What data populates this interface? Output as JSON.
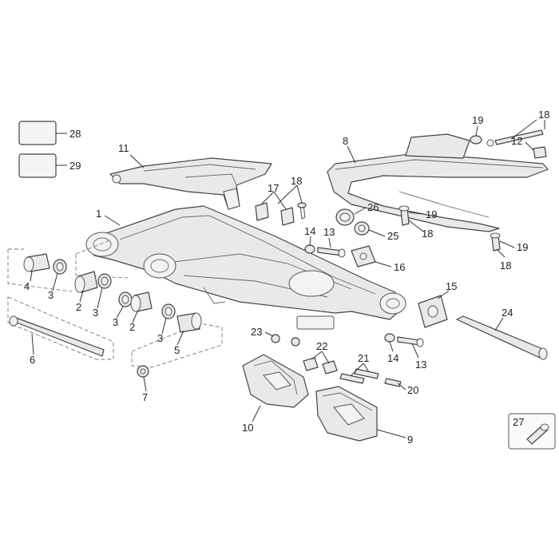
{
  "diagram": {
    "callouts": {
      "c1": "1",
      "c2a": "2",
      "c2b": "2",
      "c3a": "3",
      "c3b": "3",
      "c3c": "3",
      "c3d": "3",
      "c4": "4",
      "c5": "5",
      "c6": "6",
      "c7": "7",
      "c8": "8",
      "c9": "9",
      "c10": "10",
      "c11": "11",
      "c12": "12",
      "c13a": "13",
      "c13b": "13",
      "c14a": "14",
      "c14b": "14",
      "c15": "15",
      "c16": "16",
      "c17": "17",
      "c18a": "18",
      "c18b": "18",
      "c18c": "18",
      "c18d": "18",
      "c19a": "19",
      "c19b": "19",
      "c19c": "19",
      "c20": "20",
      "c21": "21",
      "c22": "22",
      "c23": "23",
      "c24": "24",
      "c25": "25",
      "c26": "26",
      "c27": "27",
      "c28": "28",
      "c29": "29"
    }
  }
}
